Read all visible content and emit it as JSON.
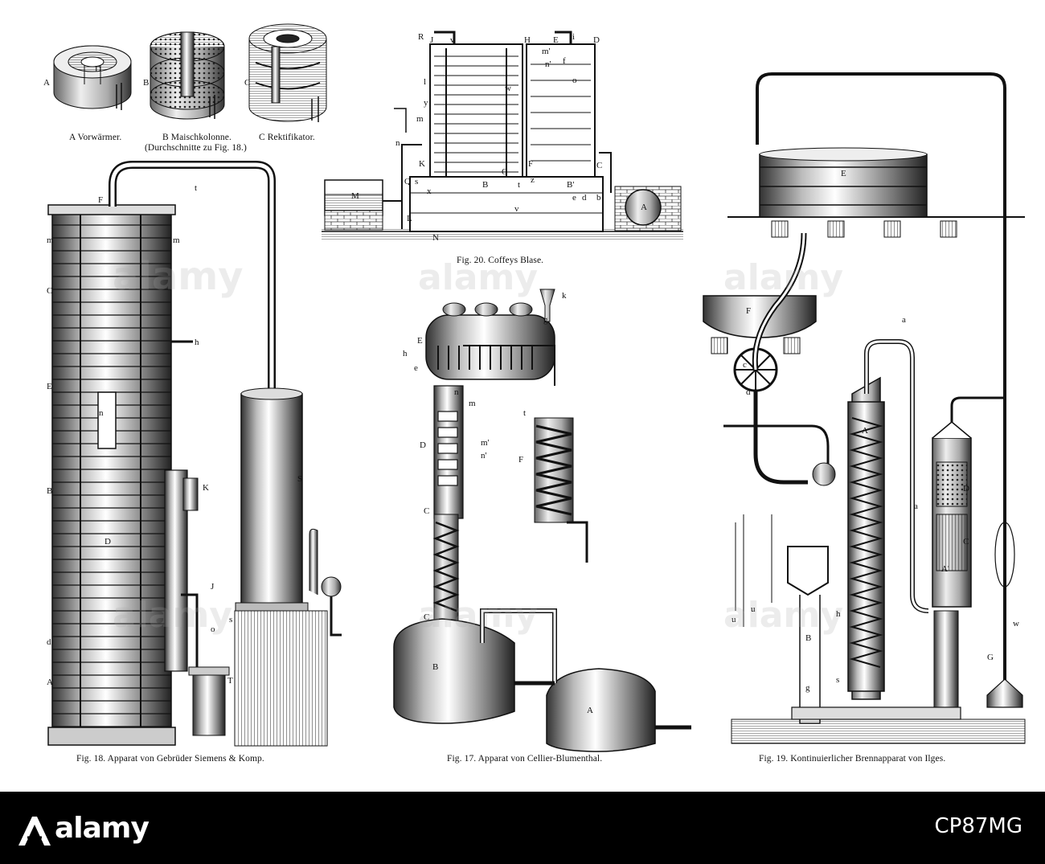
{
  "figures": {
    "fig18a": {
      "labels": [
        "A",
        "D",
        "B",
        "C"
      ],
      "caption_a": "A Vorwärmer.",
      "caption_b": "B Maischkolonne.",
      "caption_b2": "(Durchschnitte zu Fig. 18.)",
      "caption_c": "C Rektifikator."
    },
    "fig20": {
      "caption": "Fig. 20.  Coffeys Blase.",
      "labels": [
        "R",
        "J",
        "v",
        "H",
        "E",
        "i",
        "D",
        "m'",
        "n'",
        "f",
        "o",
        "C",
        "B",
        "B'",
        "e",
        "d",
        "b",
        "A",
        "M",
        "Q",
        "n",
        "m",
        "l",
        "K",
        "s",
        "x",
        "y",
        "w",
        "G",
        "F",
        "z",
        "t",
        "L",
        "N",
        "v"
      ]
    },
    "fig18": {
      "caption": "Fig. 18.  Apparat von Gebrüder Siemens & Komp.",
      "labels": [
        "F",
        "t",
        "m",
        "m",
        "C",
        "h",
        "E",
        "n",
        "K",
        "S",
        "B",
        "D",
        "J",
        "o",
        "d",
        "T",
        "A",
        "s"
      ]
    },
    "fig17": {
      "caption": "Fig. 17.  Apparat von Cellier-Blumenthal.",
      "labels": [
        "k",
        "g",
        "E",
        "h",
        "e",
        "D",
        "m'",
        "n'",
        "C",
        "F",
        "t",
        "n",
        "m",
        "C",
        "B",
        "A"
      ]
    },
    "fig19": {
      "caption": "Fig. 19.  Kontinuierlicher Brennapparat von Ilges.",
      "labels": [
        "E",
        "F",
        "c",
        "d",
        "a",
        "A",
        "D",
        "C",
        "a",
        "A'",
        "B",
        "u",
        "u",
        "h",
        "g",
        "s",
        "w",
        "G"
      ]
    }
  },
  "footer": {
    "brand": "alamy",
    "stock_id": "CP87MG"
  }
}
